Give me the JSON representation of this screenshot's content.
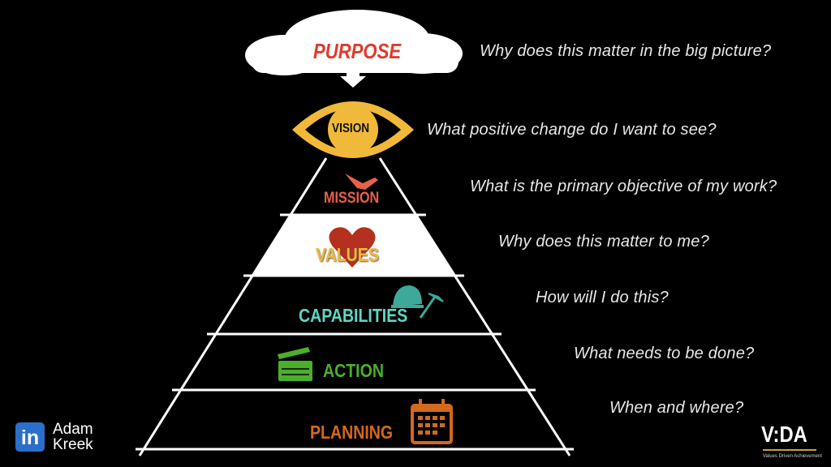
{
  "levels": {
    "purpose": {
      "label": "PURPOSE",
      "question": "Why does this matter in the big picture?",
      "color": "#e03a2a"
    },
    "vision": {
      "label": "VISION",
      "question": "What positive change do I want to see?",
      "color": "#f0b93a"
    },
    "mission": {
      "label": "MISSION",
      "question": "What is the primary objective of my work?",
      "color": "#e8604a"
    },
    "values": {
      "label": "VALUES",
      "question": "Why does this matter to me?",
      "color": "#f0b93a"
    },
    "capabilities": {
      "label": "CAPABILITIES",
      "question": "How will I do this?",
      "color": "#5fd6c4"
    },
    "action": {
      "label": "ACTION",
      "question": "What needs to be done?",
      "color": "#4caf2a"
    },
    "planning": {
      "label": "PLANNING",
      "question": "When and where?",
      "color": "#d2691e"
    }
  },
  "branding": {
    "linkedin_icon_text": "in",
    "author_first": "Adam",
    "author_last": "Kreek",
    "logo": "V:DA",
    "logo_tagline": "Values Driven Achievement"
  }
}
